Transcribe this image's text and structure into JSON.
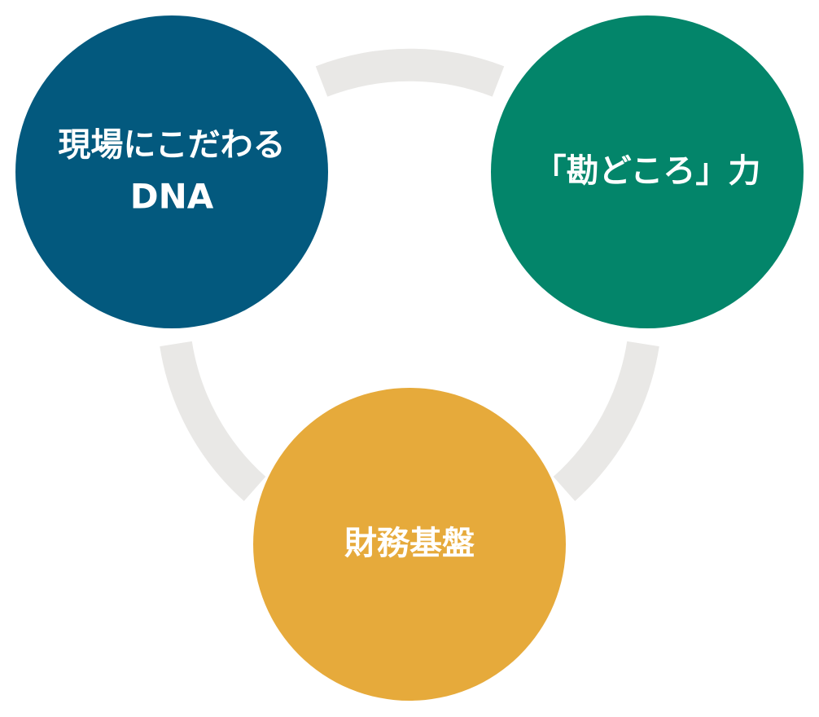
{
  "colors": {
    "background": "#ffffff",
    "ring": "#e9e8e6",
    "node_top_left": "#03597e",
    "node_top_right": "#03856a",
    "node_bottom": "#e6aa3b",
    "label": "#ffffff"
  },
  "nodes": {
    "top_left": {
      "line1": "現場にこだわる",
      "line2": "DNA"
    },
    "top_right": {
      "label": "「勘どころ」力"
    },
    "bottom": {
      "label": "財務基盤"
    }
  }
}
